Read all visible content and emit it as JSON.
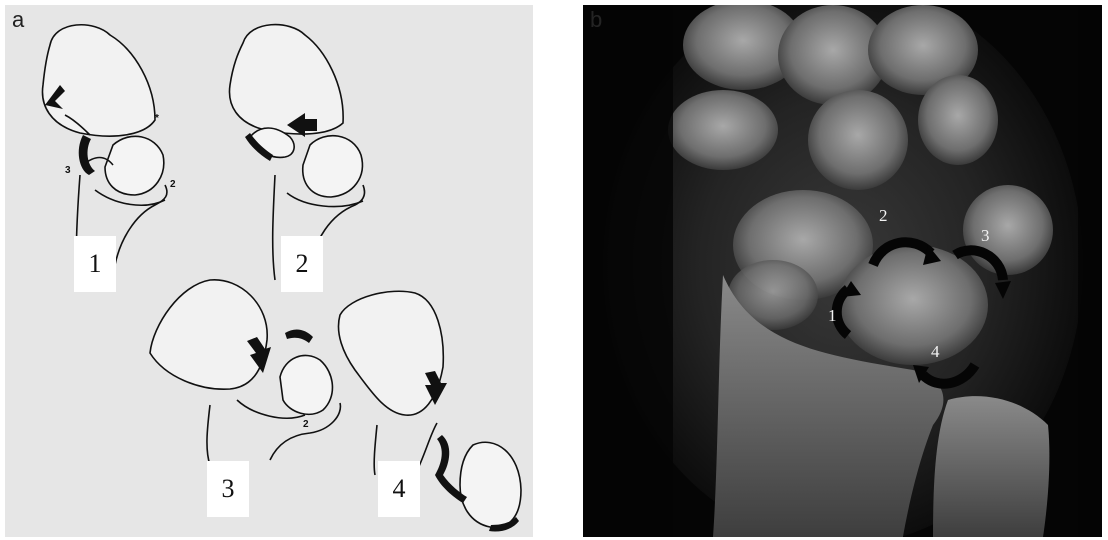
{
  "panel_a": {
    "letter": "a",
    "stages": [
      {
        "number": "1"
      },
      {
        "number": "2"
      },
      {
        "number": "3"
      },
      {
        "number": "4"
      }
    ],
    "ligament_marks": {
      "star": "*",
      "two": "2",
      "three": "3"
    }
  },
  "panel_b": {
    "letter": "b",
    "arrow_labels": [
      "1",
      "2",
      "3",
      "4"
    ]
  }
}
